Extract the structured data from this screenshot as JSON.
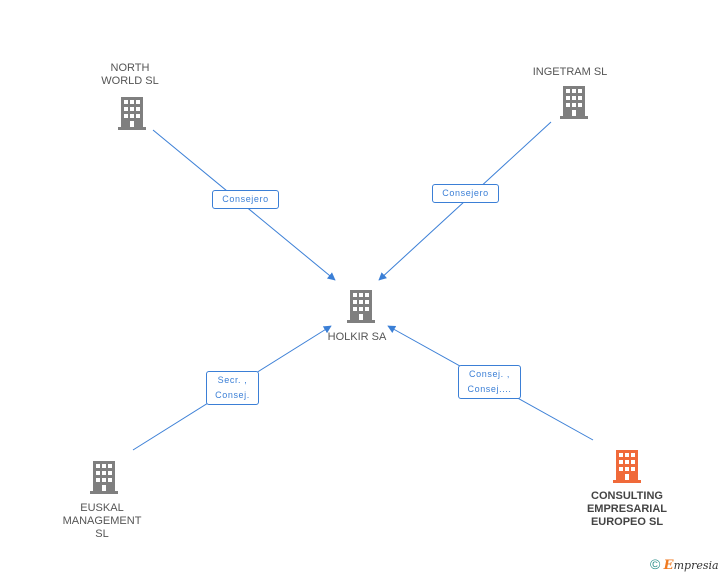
{
  "colors": {
    "edge": "#3b7fd6",
    "building_gray": "#7f7f7f",
    "building_highlight": "#f06a3a"
  },
  "nodes": {
    "north_world": {
      "label": "NORTH\nWORLD SL",
      "icon": "building-icon"
    },
    "ingetram": {
      "label": "INGETRAM  SL",
      "icon": "building-icon"
    },
    "holkir": {
      "label": "HOLKIR SA",
      "icon": "building-icon"
    },
    "euskal": {
      "label": "EUSKAL\nMANAGEMENT\nSL",
      "icon": "building-icon"
    },
    "consulting": {
      "label": "CONSULTING\nEMPRESARIAL\nEUROPEO SL",
      "icon": "building-icon"
    }
  },
  "edges": {
    "north_world": {
      "label": "Consejero"
    },
    "ingetram": {
      "label": "Consejero"
    },
    "euskal": {
      "label": "Secr. ,\nConsej."
    },
    "consulting": {
      "label": "Consej. ,\nConsej...."
    }
  },
  "footer": {
    "copyright": "©",
    "brand_initial": "E",
    "brand_rest": "mpresia"
  }
}
